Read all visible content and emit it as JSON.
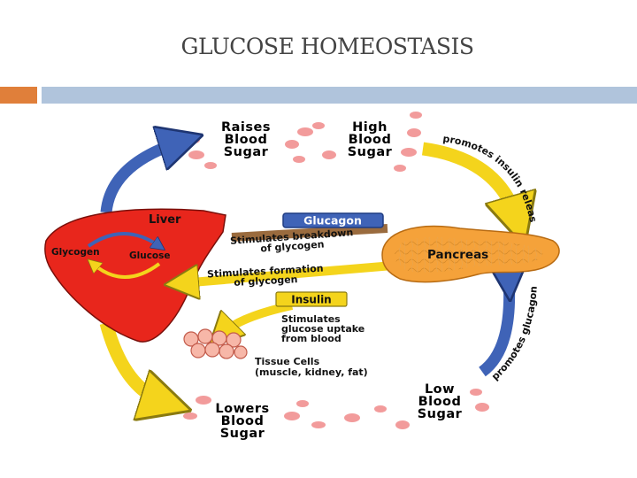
{
  "slide": {
    "title": "GLUCOSE HOMEOSTASIS"
  },
  "diagram": {
    "raises_blood_sugar": [
      "Raises",
      "Blood",
      "Sugar"
    ],
    "high_blood_sugar": [
      "High",
      "Blood",
      "Sugar"
    ],
    "low_blood_sugar": [
      "Low",
      "Blood",
      "Sugar"
    ],
    "lowers_blood_sugar": [
      "Lowers",
      "Blood",
      "Sugar"
    ],
    "promotes_insulin_release": "promotes insulin release",
    "promotes_glucagon_release": "promotes glucagon release",
    "liver": "Liver",
    "glycogen": "Glycogen",
    "glucose": "Glucose",
    "glucagon": "Glucagon",
    "insulin": "Insulin",
    "pancreas": "Pancreas",
    "stimulates_breakdown": [
      "Stimulates breakdown",
      "of glycogen"
    ],
    "stimulates_formation": [
      "Stimulates formation",
      "of glycogen"
    ],
    "stimulates_uptake": [
      "Stimulates",
      "glucose uptake",
      "from blood"
    ],
    "tissue_cells": [
      "Tissue Cells",
      "(muscle, kidney, fat)"
    ]
  },
  "colors": {
    "accent_orange": "#E07F3A",
    "accent_blue": "#B0C4DC",
    "liver_red": "#E8261C",
    "pancreas_orange": "#F5A23A",
    "glucagon_blue": "#3F63B7",
    "insulin_yellow": "#F4D41C",
    "blood_cell_pink": "#F08A8A"
  }
}
